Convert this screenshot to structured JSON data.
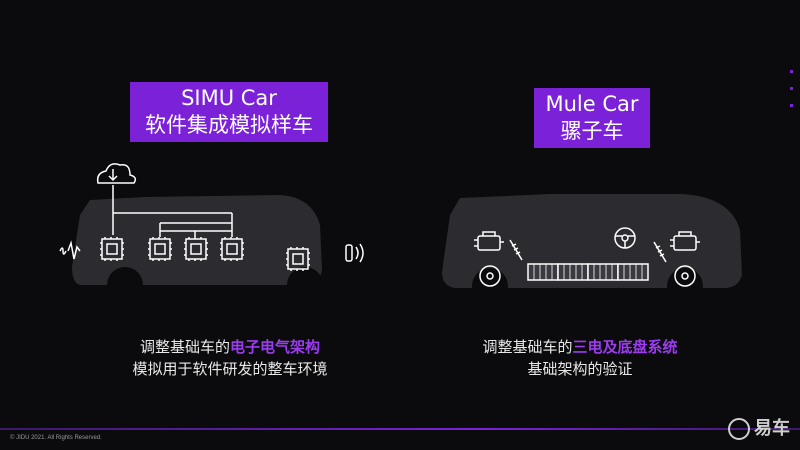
{
  "left_panel": {
    "title_en": "SIMU Car",
    "title_zh": "软件集成模拟样车",
    "caption_line1_prefix": "调整基础车的",
    "caption_line1_highlight": "电子电气架构",
    "caption_line2": "模拟用于软件研发的整车环境"
  },
  "right_panel": {
    "title_en": "Mule Car",
    "title_zh": "骡子车",
    "caption_line1_prefix": "调整基础车的",
    "caption_line1_highlight": "三电及底盘系统",
    "caption_line2": "基础架构的验证"
  },
  "footer": {
    "copyright": "© JIDU 2021. All Rights Reserved."
  },
  "watermark": {
    "text": "易车"
  },
  "colors": {
    "accent": "#7b22d9",
    "highlight": "#9b3cf0",
    "background": "#0b0b0d"
  },
  "icons": {
    "cloud": "cloud-download-icon",
    "chip": "chip-icon",
    "signal": "signal-wave-icon",
    "wireless": "wireless-icon",
    "engine": "engine-icon",
    "brake": "brake-disc-icon",
    "shock": "shock-absorber-icon",
    "steering": "steering-wheel-icon",
    "battery": "battery-pack-icon"
  }
}
